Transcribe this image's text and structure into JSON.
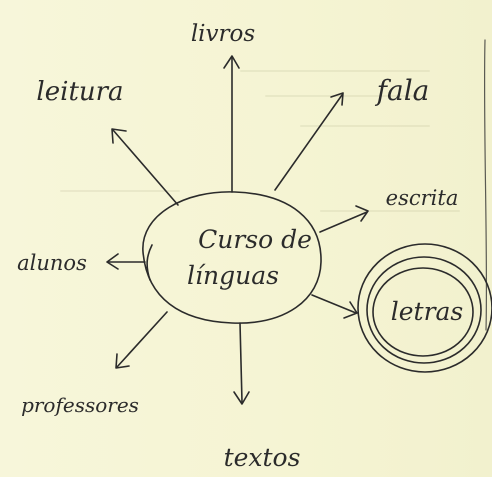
{
  "center": {
    "line1": "Curso de",
    "line2": "línguas"
  },
  "nodes": {
    "livros": "livros",
    "leitura": "leitura",
    "fala": "fala",
    "escrita": "escrita",
    "alunos": "alunos",
    "letras": "letras",
    "professores": "professores",
    "textos": "textos"
  },
  "colors": {
    "paper": "#f6f5d6",
    "ink": "#2b2b2b"
  }
}
